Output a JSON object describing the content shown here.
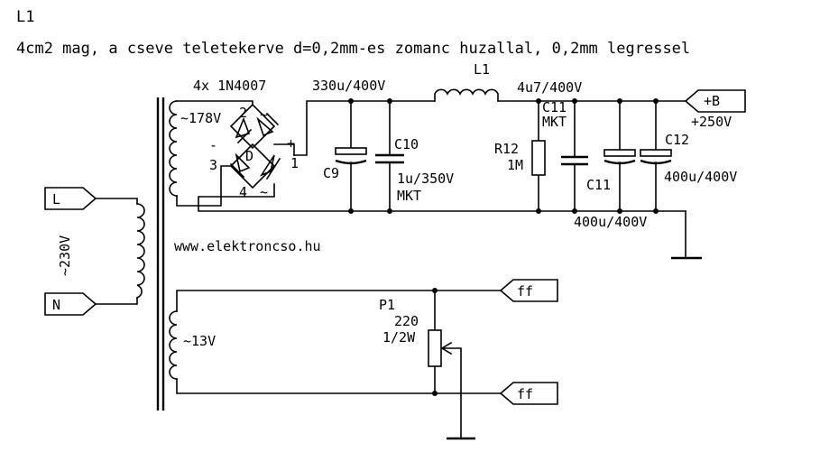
{
  "header": {
    "title": "L1",
    "note": "4cm2 mag, a cseve teletekerve d=0,2mm-es zomanc huzallal, 0,2mm legressel"
  },
  "mains": {
    "label_l": "L",
    "label_n": "N",
    "voltage": "~230V"
  },
  "transformer": {
    "secondary_hv": "~178V",
    "secondary_lv": "~13V"
  },
  "bridge": {
    "label": "4x 1N4007",
    "ref": "D",
    "pin1": "1",
    "pin2": "2",
    "pin3": "3",
    "pin4": "4",
    "ac_mark_top": "~",
    "ac_mark_bottom": "~",
    "plus": "+",
    "minus": "-"
  },
  "components": {
    "c9_value": "330u/400V",
    "c9_ref": "C9",
    "c10_ref": "C10",
    "c10_value": "1u/350V",
    "c10_type": "MKT",
    "l1_ref": "L1",
    "c11_value": "4u7/400V",
    "c11_ref_top": "C11",
    "c11_type": "MKT",
    "r12_ref": "R12",
    "r12_value": "1M",
    "c11_ref_bottom": "C11",
    "c11_bottom_value": "400u/400V",
    "c12_ref": "C12",
    "c12_value": "400u/400V",
    "p1_ref": "P1",
    "p1_value": "220",
    "p1_power": "1/2W"
  },
  "outputs": {
    "b_plus": "+B",
    "b_voltage": "+250V",
    "ff_top": "ff",
    "ff_bottom": "ff"
  },
  "website": "www.elektroncso.hu"
}
